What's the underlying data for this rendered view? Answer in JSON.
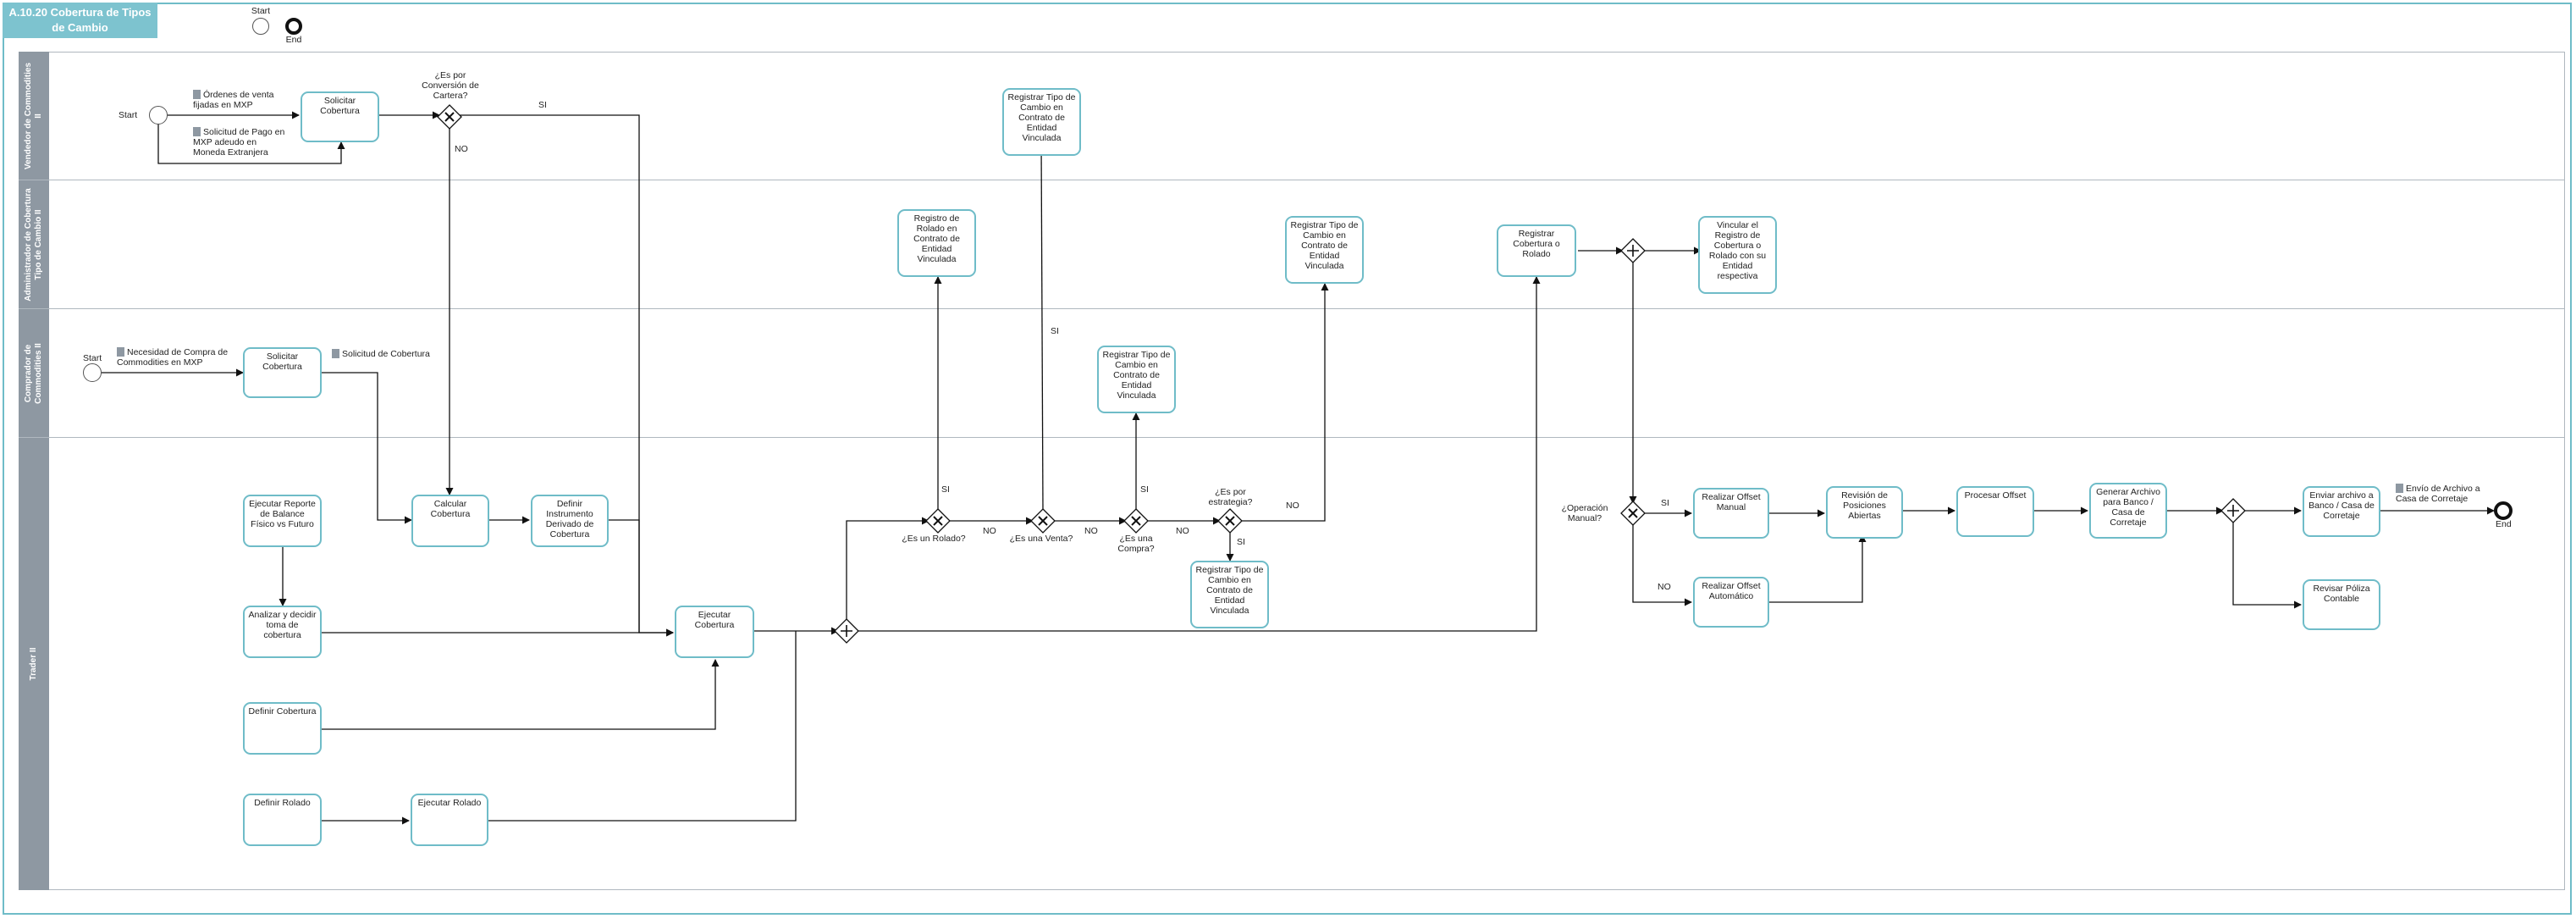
{
  "title": "A.10.20 Cobertura de Tipos de Cambio",
  "legend": {
    "start": "Start",
    "end": "End"
  },
  "lanes": [
    "Vendedor de Commodities II",
    "Administrador de Cobertura Tipo de Cambio II",
    "Comprador de Commodities II",
    "Trader II"
  ],
  "tasks": {
    "t_solicitar1": "Solicitar Cobertura",
    "t_solicitar2": "Solicitar Cobertura",
    "t_reg_vendedor": "Registrar Tipo de Cambio en Contrato de Entidad Vinculada",
    "t_registro_rolado": "Registro de Rolado en Contrato de Entidad Vinculada",
    "t_reg_admin": "Registrar Tipo de Cambio en Contrato de Entidad Vinculada",
    "t_reg_cobertura_rolado": "Registrar Cobertura o Rolado",
    "t_vincular": "Vincular el Registro de Cobertura o Rolado con su Entidad respectiva",
    "t_reg_comprador": "Registrar Tipo de Cambio en Contrato de Entidad Vinculada",
    "t_ejecutar_reporte": "Ejecutar Reporte de Balance Físico vs Futuro",
    "t_calcular": "Calcular Cobertura",
    "t_definir_instrumento": "Definir Instrumento Derivado de Cobertura",
    "t_analizar": "Analizar y decidir toma de cobertura",
    "t_ejecutar_cobertura": "Ejecutar Cobertura",
    "t_definir_cobertura": "Definir Cobertura",
    "t_definir_rolado": "Definir Rolado",
    "t_ejecutar_rolado": "Ejecutar Rolado",
    "t_reg_trader": "Registrar Tipo de Cambio en Contrato de Entidad Vinculada",
    "t_offset_manual": "Realizar Offset Manual",
    "t_offset_auto": "Realizar Offset Automático",
    "t_revision": "Revisión de Posiciones Abiertas",
    "t_procesar": "Procesar Offset",
    "t_generar": "Generar Archivo para Banco / Casa de Corretaje",
    "t_enviar": "Enviar archivo a Banco / Casa de Corretaje",
    "t_revisar": "Revisar Póliza Contable"
  },
  "events": {
    "start_vendedor": "Start",
    "start_comprador": "Start",
    "end_trader": "End"
  },
  "gateways": {
    "g_conversion": "¿Es por Conversión de Cartera?",
    "g_rolado": "¿Es un Rolado?",
    "g_venta": "¿Es una Venta?",
    "g_compra": "¿Es una Compra?",
    "g_estrategia": "¿Es por estrategia?",
    "g_operacion": "¿Operación Manual?"
  },
  "flow_labels": {
    "si": "SI",
    "no": "NO"
  },
  "data_objects": {
    "d_ordenes": "Órdenes de venta fijadas en MXP",
    "d_solicitud_pago": "Solicitud de Pago en MXP adeudo en Moneda Extranjera",
    "d_necesidad": "Necesidad de Compra de Commodities en MXP",
    "d_solicitud_cob": "Solicitud de Cobertura",
    "d_envio": "Envío de Archivo a Casa de Corretaje"
  },
  "colors": {
    "task_border": "#6fbcc8",
    "lane_header": "#8e98a2",
    "title_bg": "#7dc3cf",
    "frame": "#6fbcc8"
  }
}
